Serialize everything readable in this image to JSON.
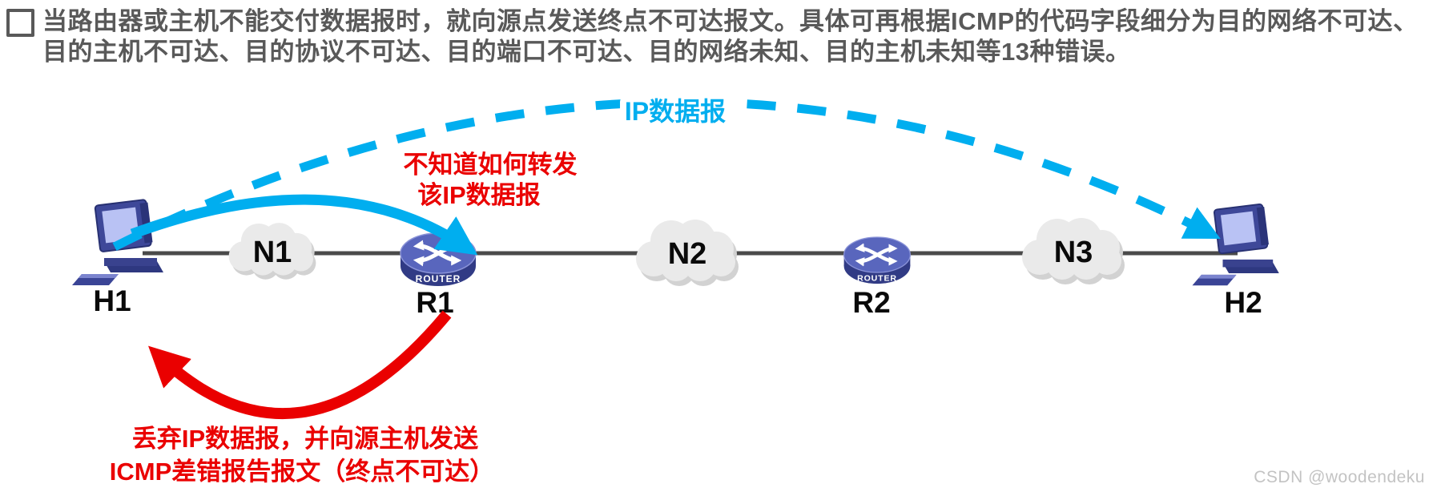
{
  "header": {
    "line1": "当路由器或主机不能交付数据报时，就向源点发送终点不可达报文。具体可再根据ICMP的代码字段细分为目的网络不可达、",
    "line2": "目的主机不可达、目的协议不可达、目的端口不可达、目的网络未知、目的主机未知等13种错误。"
  },
  "diagram": {
    "nodes": {
      "h1": "H1",
      "h2": "H2",
      "r1": "R1",
      "r2": "R2",
      "n1": "N1",
      "n2": "N2",
      "n3": "N3",
      "router_label": "ROUTER"
    },
    "annotations": {
      "ip_datagram": "IP数据报",
      "unknown_forward_line1": "不知道如何转发",
      "unknown_forward_line2": "该IP数据报",
      "discard_line1": "丢弃IP数据报，并向源主机发送",
      "discard_line2": "ICMP差错报告报文（终点不可达）"
    },
    "colors": {
      "cyan": "#00AEEF",
      "red": "#EA0000",
      "header_text": "#595959",
      "node_blue": "#3E4899",
      "cloud_gray": "#EAEAEA"
    }
  },
  "watermark": "CSDN @woodendeku"
}
